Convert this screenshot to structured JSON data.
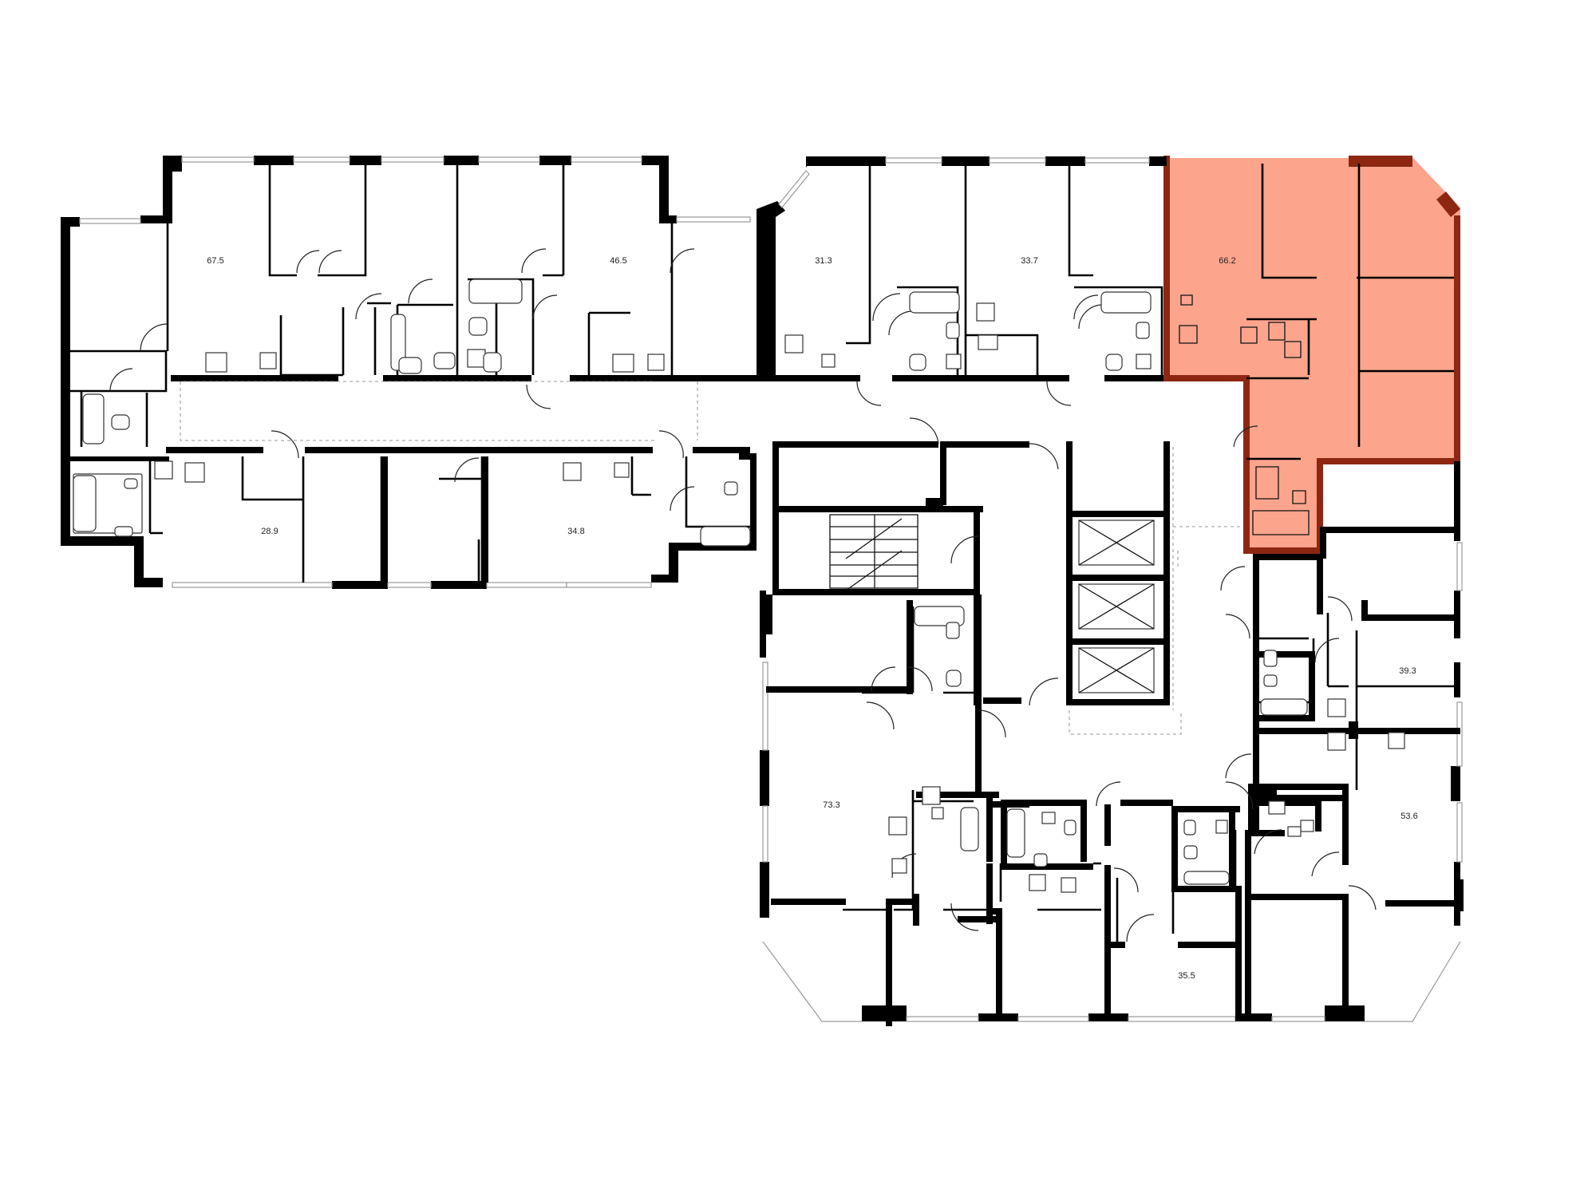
{
  "floor_plan": {
    "highlight_color": "#fda48d",
    "highlight_border_color": "#8e2712",
    "wall_color": "#000000",
    "apartments": [
      {
        "id": "apt-67-5",
        "area": "67.5",
        "highlighted": false
      },
      {
        "id": "apt-46-5",
        "area": "46.5",
        "highlighted": false
      },
      {
        "id": "apt-31-3",
        "area": "31.3",
        "highlighted": false
      },
      {
        "id": "apt-33-7",
        "area": "33.7",
        "highlighted": false
      },
      {
        "id": "apt-66-2",
        "area": "66.2",
        "highlighted": true
      },
      {
        "id": "apt-28-9",
        "area": "28.9",
        "highlighted": false
      },
      {
        "id": "apt-34-8",
        "area": "34.8",
        "highlighted": false
      },
      {
        "id": "apt-39-3",
        "area": "39.3",
        "highlighted": false
      },
      {
        "id": "apt-73-3",
        "area": "73.3",
        "highlighted": false
      },
      {
        "id": "apt-53-6",
        "area": "53.6",
        "highlighted": false
      },
      {
        "id": "apt-35-5",
        "area": "35.5",
        "highlighted": false
      }
    ]
  }
}
